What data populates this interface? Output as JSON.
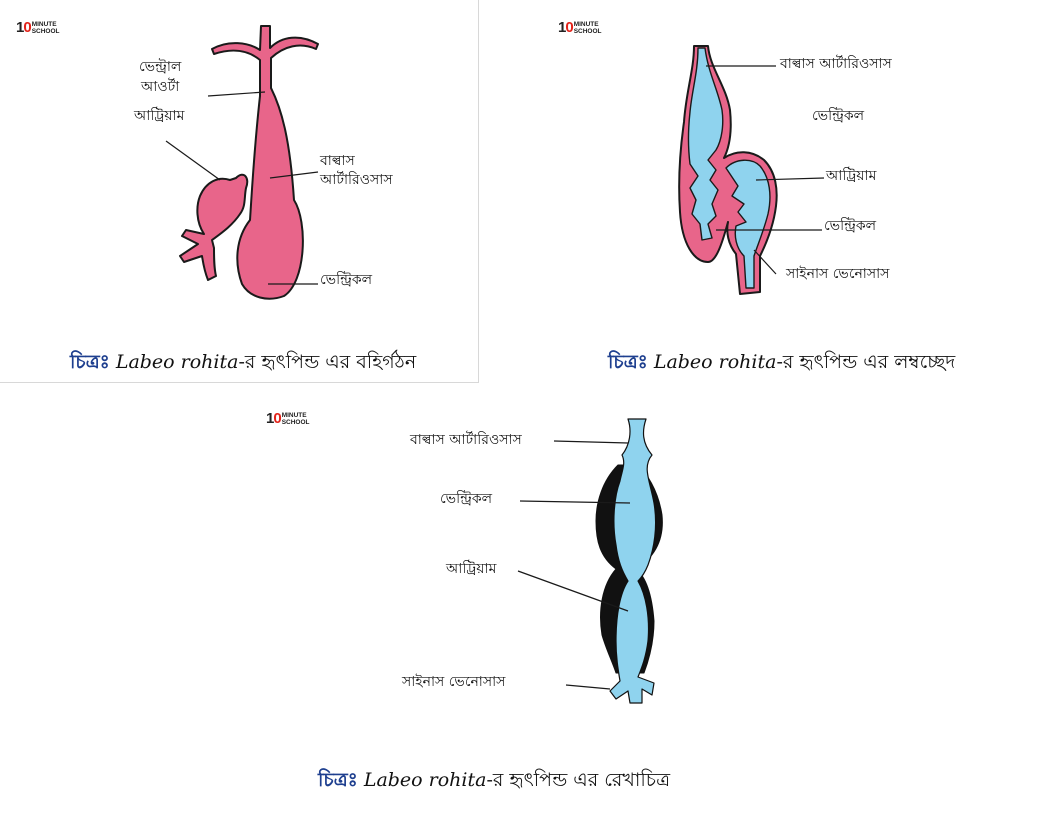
{
  "logo": {
    "num_one": "1",
    "num_zero": "0",
    "word_top": "MINUTE",
    "word_bottom": "SCHOOL"
  },
  "colors": {
    "pink": "#e8658a",
    "blue": "#8fd3ee",
    "outline": "#1a1a1a",
    "caption_prefix": "#1e3f8f",
    "logo_accent": "#e2231a"
  },
  "panel1": {
    "labels": {
      "ventral_aorta_line1": "ভেন্ট্রাল",
      "ventral_aorta_line2": "আওর্টা",
      "atrium": "আট্রিয়াম",
      "bulbus_line1": "বাল্বাস",
      "bulbus_line2": "আর্টারিওসাস",
      "ventricle": "ভেন্ট্রিকল"
    },
    "caption": {
      "prefix": "চিত্রঃ",
      "species": "Labeo rohita",
      "suffix": "-র হৃৎপিন্ড এর বহির্গঠন"
    }
  },
  "panel2": {
    "labels": {
      "bulbus": "বাল্বাস আর্টারিওসাস",
      "ventricle_top": "ভেন্ট্রিকল",
      "atrium": "আট্রিয়াম",
      "ventricle": "ভেন্ট্রিকল",
      "sinus": "সাইনাস ভেনোসাস"
    },
    "caption": {
      "prefix": "চিত্রঃ",
      "species": "Labeo rohita",
      "suffix": "-র হৃৎপিন্ড এর লম্বচ্ছেদ"
    }
  },
  "panel3": {
    "labels": {
      "bulbus": "বাল্বাস আর্টারিওসাস",
      "ventricle": "ভেন্ট্রিকল",
      "atrium": "আট্রিয়াম",
      "sinus": "সাইনাস ভেনোসাস"
    },
    "caption": {
      "prefix": "চিত্রঃ",
      "species": "Labeo rohita",
      "suffix": "-র হৃৎপিন্ড এর রেখাচিত্র"
    }
  }
}
